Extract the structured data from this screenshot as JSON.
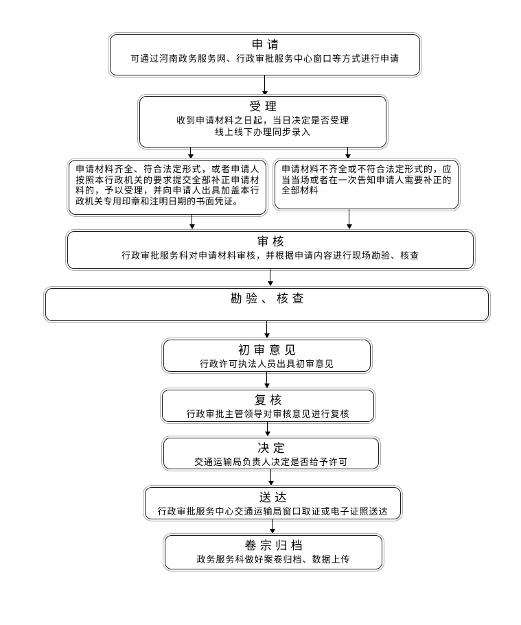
{
  "colors": {
    "background": "#ffffff",
    "box_border": "#1a1a1a",
    "box_shadow_ring": "#a9a9a9",
    "arrow": "#000000",
    "text": "#000000"
  },
  "nodes": [
    {
      "id": "apply",
      "title": "申请",
      "lines": [
        "可通过河南政务服务网、行政审批服务中心窗口等方式进行申请"
      ]
    },
    {
      "id": "accept",
      "title": "受理",
      "lines": [
        "收到申请材料之日起，当日决定是否受理",
        "线上线下办理同步录入"
      ]
    },
    {
      "id": "materials-complete",
      "title": "",
      "lines": [
        "申请材料齐全、符合法定形式，或者申请人按照本行政机关的要求提交全部补正申请材料的，予以受理，并向申请人出具加盖本行政机关专用印章和注明日期的书面凭证。"
      ]
    },
    {
      "id": "materials-incomplete",
      "title": "",
      "lines": [
        "申请材料不齐全或不符合法定形式的，应当当场或者在一次告知申请人需要补正的全部材料"
      ]
    },
    {
      "id": "review",
      "title": "审核",
      "lines": [
        "行政审批服务科对申请材料审核，并根据申请内容进行现场勘验、核查"
      ]
    },
    {
      "id": "inspect",
      "title": "勘验、核查",
      "lines": []
    },
    {
      "id": "initial-opinion",
      "title": "初审意见",
      "lines": [
        "行政许可执法人员出具初审意见"
      ]
    },
    {
      "id": "recheck",
      "title": "复核",
      "lines": [
        "行政审批主管领导对审核意见进行复核"
      ]
    },
    {
      "id": "decision",
      "title": "决定",
      "lines": [
        "交通运输局负责人决定是否给予许可"
      ]
    },
    {
      "id": "delivery",
      "title": "送达",
      "lines": [
        "行政审批服务中心交通运输局窗口取证或电子证照送达"
      ]
    },
    {
      "id": "archive",
      "title": "卷宗归档",
      "lines": [
        "政务服务科做好案卷归档、数据上传"
      ]
    }
  ],
  "edges": [
    {
      "from": "apply",
      "to": "accept"
    },
    {
      "from": "accept",
      "to": "materials-complete"
    },
    {
      "from": "accept",
      "to": "materials-incomplete"
    },
    {
      "from": "materials-complete",
      "to": "review"
    },
    {
      "from": "materials-incomplete",
      "to": "review"
    },
    {
      "from": "review",
      "to": "inspect"
    },
    {
      "from": "inspect",
      "to": "initial-opinion"
    },
    {
      "from": "initial-opinion",
      "to": "recheck"
    },
    {
      "from": "recheck",
      "to": "decision"
    },
    {
      "from": "decision",
      "to": "delivery"
    },
    {
      "from": "delivery",
      "to": "archive"
    }
  ]
}
